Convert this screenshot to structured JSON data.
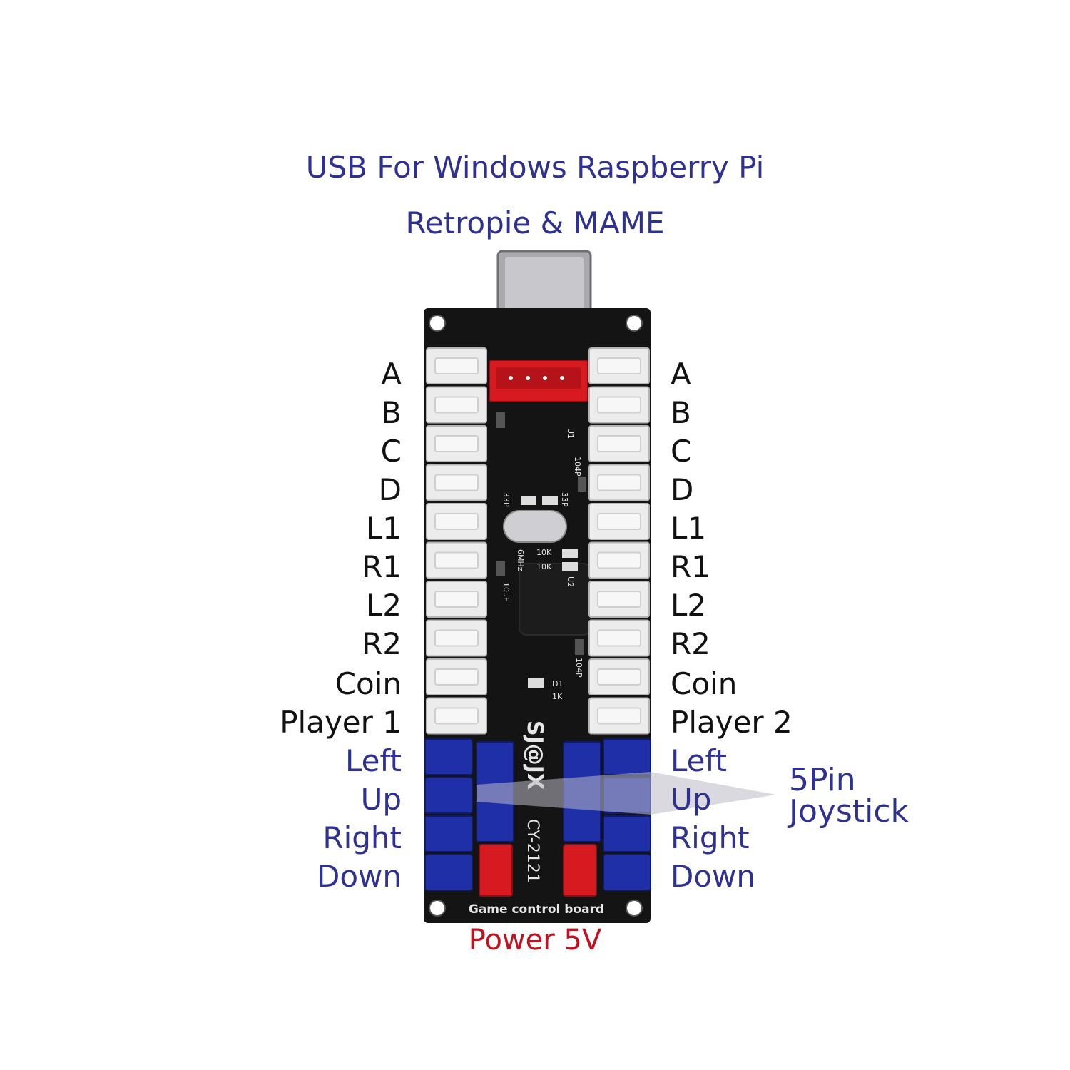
{
  "title": {
    "line1": "USB For Windows Raspberry Pi",
    "line2": "Retropie & MAME"
  },
  "left_labels": [
    "A",
    "B",
    "C",
    "D",
    "L1",
    "R1",
    "L2",
    "R2",
    "Coin",
    "Player 1",
    "Left",
    "Up",
    "Right",
    "Down"
  ],
  "right_labels": [
    "A",
    "B",
    "C",
    "D",
    "L1",
    "R1",
    "L2",
    "R2",
    "Coin",
    "Player 2",
    "Left",
    "Up",
    "Right",
    "Down"
  ],
  "joystick_callout": {
    "line1": "5Pin",
    "line2": "Joystick"
  },
  "power_label": "Power 5V",
  "board": {
    "brand": "SJ@JX",
    "model": "CY-2121",
    "caption": "Game control board",
    "silkscreen": [
      "U1",
      "104P",
      "33P",
      "33P",
      "6MHz",
      "10K",
      "10K",
      "U2",
      "10uF",
      "104P",
      "D1",
      "1K"
    ]
  },
  "colors": {
    "title_blue": "#2e3192",
    "label_black": "#111111",
    "power_red": "#c1121f",
    "pcb": "#141414",
    "connector_white": "#ececec",
    "connector_blue": "#1f2fa8",
    "connector_red": "#d71920"
  }
}
